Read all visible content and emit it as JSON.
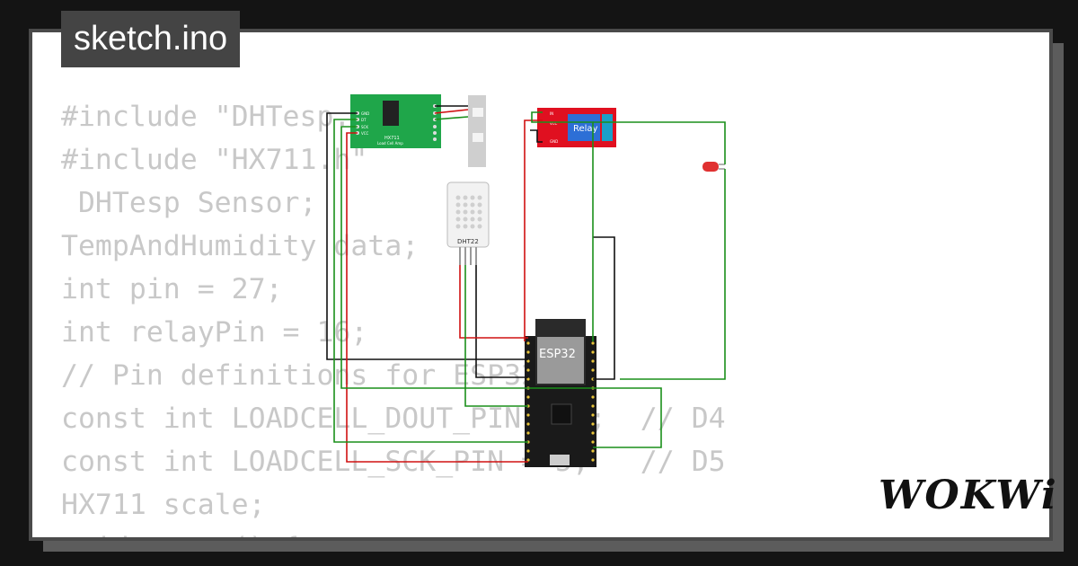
{
  "file_tab": {
    "name": "sketch.ino"
  },
  "code_lines": [
    "#include \"DHTesp.h\"",
    "#include \"HX711.h\"",
    " DHTesp Sensor;",
    "TempAndHumidity data;",
    "int pin = 27;",
    "int relayPin = 16;",
    "// Pin definitions for ESP32",
    "const int LOADCELL_DOUT_PIN = 4;  // D4",
    "const int LOADCELL_SCK_PIN = 5;   // D5",
    "HX711 scale;",
    "void setup() {"
  ],
  "components": {
    "hx711": {
      "title": "HX711",
      "subtitle": "Load Cell Amp",
      "pins": [
        "GND",
        "DT",
        "SCK",
        "VCC"
      ]
    },
    "relay": {
      "label": "Relay",
      "pins": [
        "IN",
        "VCC",
        "GND"
      ]
    },
    "dht": {
      "label": "DHT22"
    },
    "esp32": {
      "label": "ESP32"
    }
  },
  "branding": {
    "logo": "WOKWi"
  },
  "colors": {
    "background": "#141414",
    "card": "#ffffff",
    "tab": "#444444",
    "code_text": "#c8c8c8",
    "wire_green": "#1a8f1a",
    "wire_red": "#d01010",
    "wire_black": "#111111",
    "pcb_green": "#1fa64a",
    "relay_red": "#e01020",
    "relay_blue": "#2d6fd6"
  }
}
